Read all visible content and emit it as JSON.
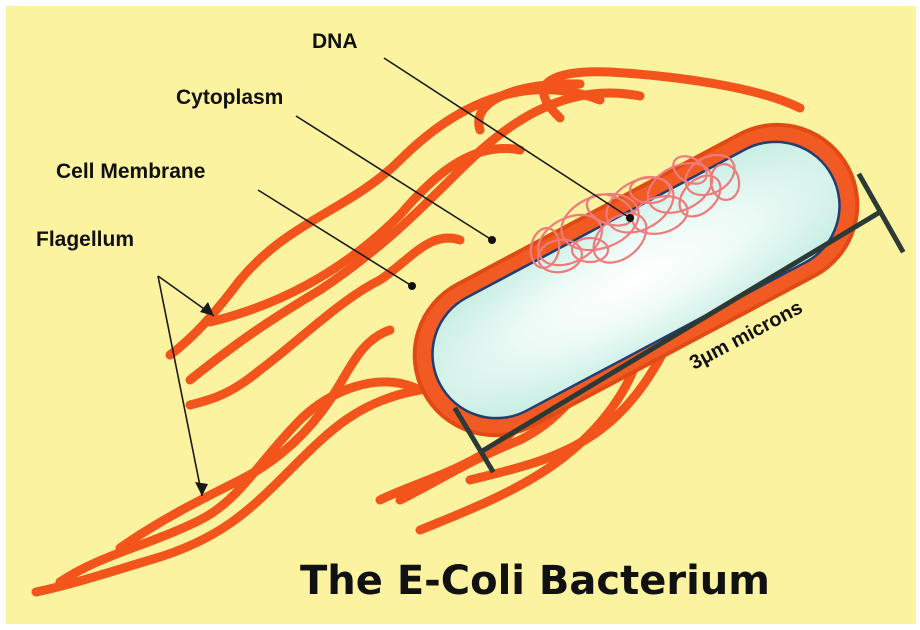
{
  "title": "The E-Coli Bacterium",
  "labels": {
    "dna": "DNA",
    "cytoplasm": "Cytoplasm",
    "cell_membrane": "Cell Membrane",
    "flagellum": "Flagellum",
    "scale": "3μm  microns"
  },
  "colors": {
    "background": "#fbf39f",
    "flagella": "#f2541b",
    "membrane": "#f15a22",
    "cytoplasm": "#d6f4ec",
    "cytoplasm_edge": "#1f3e73",
    "dna": "#ee7b7b",
    "scale_bar": "#2b3a35"
  }
}
